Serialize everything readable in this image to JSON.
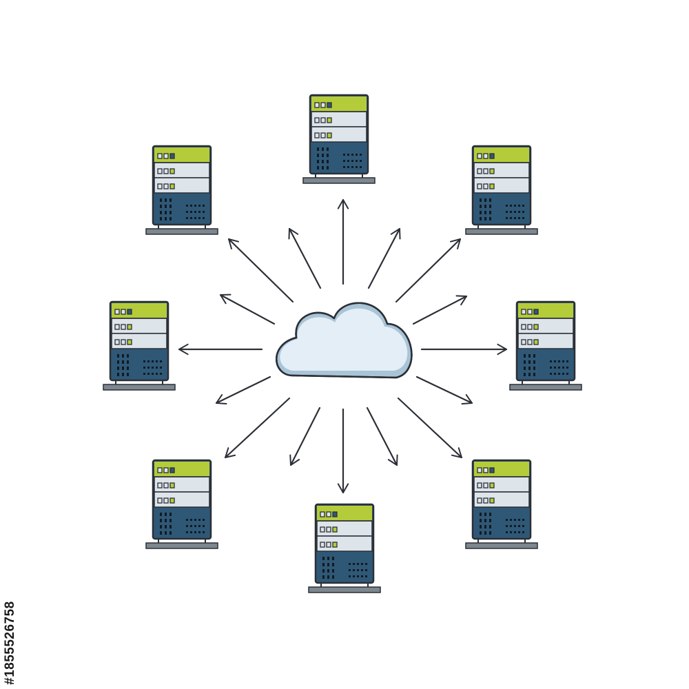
{
  "diagram": {
    "hub": {
      "label": "cloud",
      "icon": "cloud-icon"
    },
    "nodes": [
      {
        "id": "server-top",
        "icon": "server-icon"
      },
      {
        "id": "server-top-right",
        "icon": "server-icon"
      },
      {
        "id": "server-right",
        "icon": "server-icon"
      },
      {
        "id": "server-bottom-right",
        "icon": "server-icon"
      },
      {
        "id": "server-bottom",
        "icon": "server-icon"
      },
      {
        "id": "server-bottom-left",
        "icon": "server-icon"
      },
      {
        "id": "server-left",
        "icon": "server-icon"
      },
      {
        "id": "server-top-left",
        "icon": "server-icon"
      }
    ],
    "connector": "arrow-icon",
    "colors": {
      "outline": "#2b2f36",
      "cloud_fill": "#e3eef6",
      "cloud_shade": "#a9c4d6",
      "server_accent": "#b5cc3a",
      "server_panel": "#dde4ea",
      "server_body": "#2f5877",
      "server_base": "#7d878f",
      "arrow": "#2b2f36"
    }
  },
  "watermark": {
    "text": "#1855526758"
  }
}
